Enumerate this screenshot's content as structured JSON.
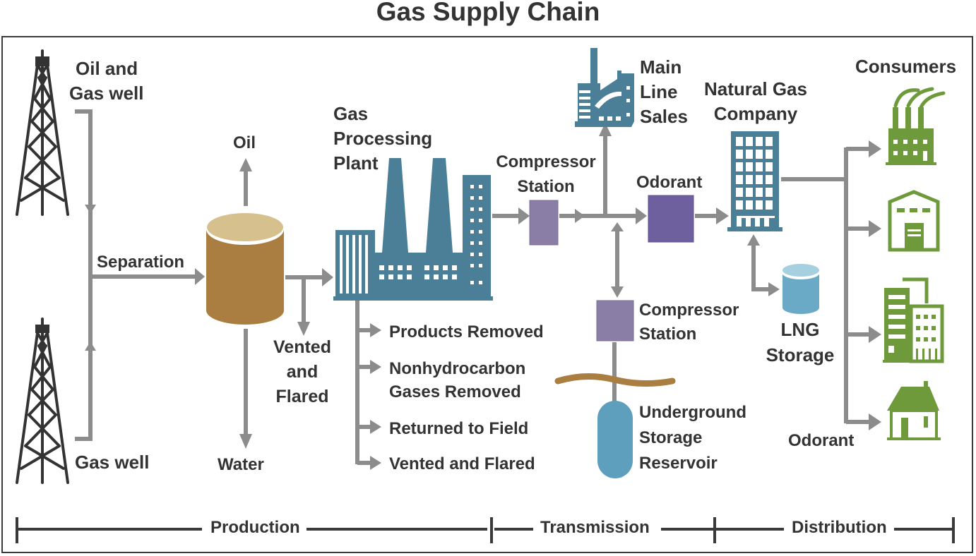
{
  "title": "Gas Supply Chain",
  "colors": {
    "text": "#333333",
    "arrow": "#8c8c8c",
    "facility_blue": "#4a7f97",
    "compressor_purple": "#8a7ea6",
    "odorant_purple": "#6e5f9e",
    "separator_brown": "#a97e40",
    "storage_blue": "#6aaac6",
    "consumer_green": "#6f9a3c"
  },
  "nodes": {
    "oil_gas_well": [
      "Oil and",
      "Gas well"
    ],
    "gas_well": "Gas well",
    "separation": "Separation",
    "oil": "Oil",
    "water": "Water",
    "vented_flared_sep": [
      "Vented",
      "and",
      "Flared"
    ],
    "gas_processing_plant": [
      "Gas",
      "Processing",
      "Plant"
    ],
    "compressor_station_1": [
      "Compressor",
      "Station"
    ],
    "main_line_sales": [
      "Main",
      "Line",
      "Sales"
    ],
    "odorant_1": "Odorant",
    "natural_gas_company": [
      "Natural Gas",
      "Company"
    ],
    "compressor_station_2": [
      "Compressor",
      "Station"
    ],
    "underground_storage": [
      "Underground",
      "Storage",
      "Reservoir"
    ],
    "lng_storage": [
      "LNG",
      "Storage"
    ],
    "odorant_2": "Odorant",
    "consumers": "Consumers"
  },
  "plant_outputs": [
    [
      "Products Removed"
    ],
    [
      "Nonhydrocarbon",
      "Gases Removed"
    ],
    [
      "Returned to Field"
    ],
    [
      "Vented and Flared"
    ]
  ],
  "consumer_types": [
    "industrial-factory",
    "warehouse",
    "commercial-buildings",
    "residential-house"
  ],
  "stages": [
    "Production",
    "Transmission",
    "Distribution"
  ]
}
